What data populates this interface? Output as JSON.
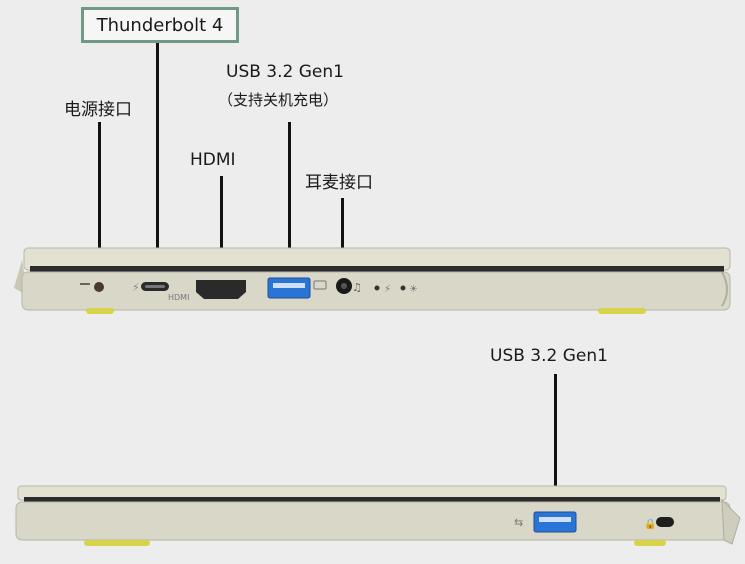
{
  "top_view": {
    "callouts": {
      "thunderbolt": "Thunderbolt 4",
      "power": "电源接口",
      "hdmi": "HDMI",
      "usb_line1": "USB 3.2 Gen1",
      "usb_line2": "（支持关机充电）",
      "audio": "耳麦接口"
    },
    "port_markings": {
      "hdmi_mark": "HDMI"
    }
  },
  "bottom_view": {
    "callouts": {
      "usb": "USB 3.2 Gen1"
    }
  },
  "colors": {
    "frame": "#6f9a86",
    "body": "#d9d7c7",
    "usb_port": "#2a74d6",
    "feet": "#d7d34a"
  }
}
